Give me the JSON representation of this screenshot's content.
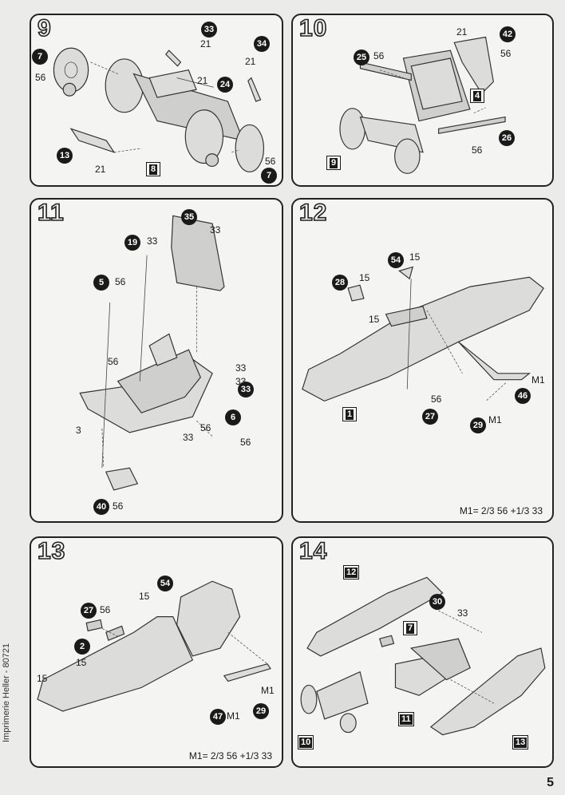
{
  "page": {
    "side_text": "Imprimerie Heller - 80721",
    "page_number": "5"
  },
  "steps": [
    {
      "number": "9",
      "labels": [
        "33",
        "21",
        "34",
        "21",
        "7",
        "56",
        "24",
        "21",
        "13",
        "21",
        "8",
        "56",
        "7"
      ]
    },
    {
      "number": "10",
      "labels": [
        "21",
        "42",
        "56",
        "25",
        "56",
        "4",
        "26",
        "56",
        "9"
      ]
    },
    {
      "number": "11",
      "labels": [
        "35",
        "33",
        "19",
        "33",
        "5",
        "56",
        "56",
        "33",
        "33",
        "33",
        "3",
        "33",
        "56",
        "6",
        "56",
        "40",
        "56"
      ]
    },
    {
      "number": "12",
      "labels": [
        "54",
        "15",
        "28",
        "15",
        "15",
        "M1",
        "46",
        "56",
        "27",
        "1",
        "29",
        "M1"
      ],
      "formula": "M1= 2/3 56 +1/3 33"
    },
    {
      "number": "13",
      "labels": [
        "54",
        "15",
        "27",
        "56",
        "2",
        "15",
        "15",
        "M1",
        "47",
        "M1",
        "29"
      ],
      "formula": "M1= 2/3 56 +1/3 33"
    },
    {
      "number": "14",
      "labels": [
        "12",
        "30",
        "33",
        "7",
        "11",
        "10",
        "13"
      ]
    }
  ]
}
